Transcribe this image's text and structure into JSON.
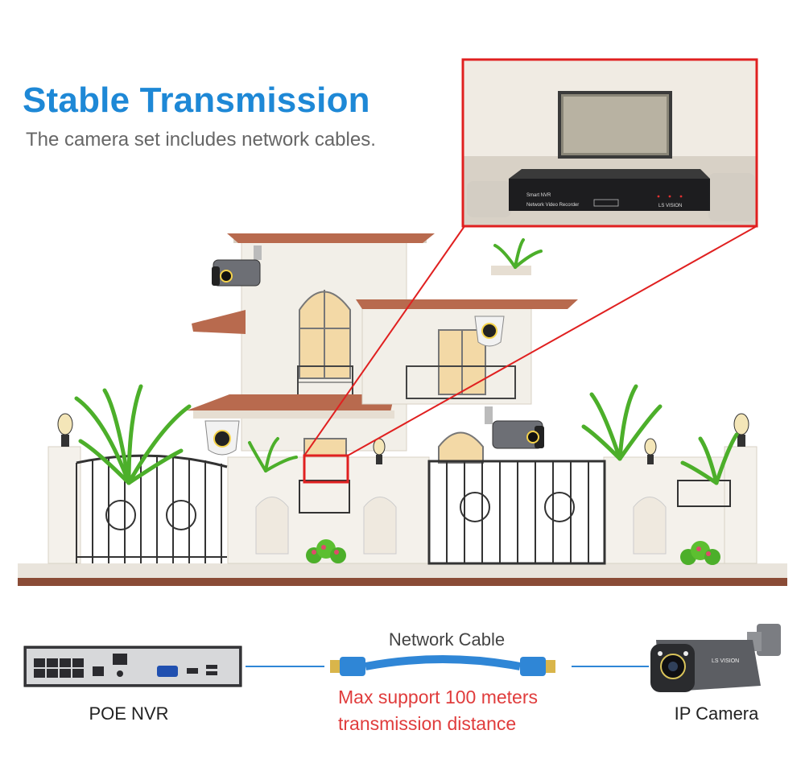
{
  "header": {
    "title": "Stable Transmission",
    "subtitle": "The camera set includes network cables."
  },
  "nvr_screen": {
    "line1": "Smart NVR",
    "line2": "Network Video Recorder",
    "brand": "LS VISION"
  },
  "diagram": {
    "nvr_label": "POE NVR",
    "cable_label": "Network Cable",
    "cable_note_line1": "Max support 100 meters",
    "cable_note_line2": "transmission distance",
    "camera_label": "IP Camera",
    "camera_brand": "LS VISION"
  },
  "colors": {
    "title": "#1e88d6",
    "highlight": "#e02020",
    "cable": "#2f86d6",
    "note": "#e03c3c"
  }
}
